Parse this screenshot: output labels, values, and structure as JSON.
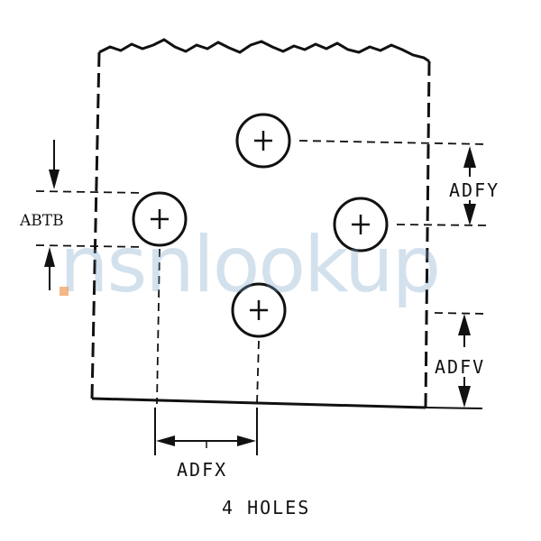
{
  "diagram": {
    "labels": {
      "abtb": "ABTB",
      "adfy": "ADFY",
      "adfv": "ADFV",
      "adfx": "ADFX",
      "caption": "4 HOLES"
    },
    "watermark": "nsnlookup",
    "colors": {
      "ink": "#111111",
      "watermark": "#7aa3c8",
      "watermark_dot": "#f0a060"
    }
  }
}
